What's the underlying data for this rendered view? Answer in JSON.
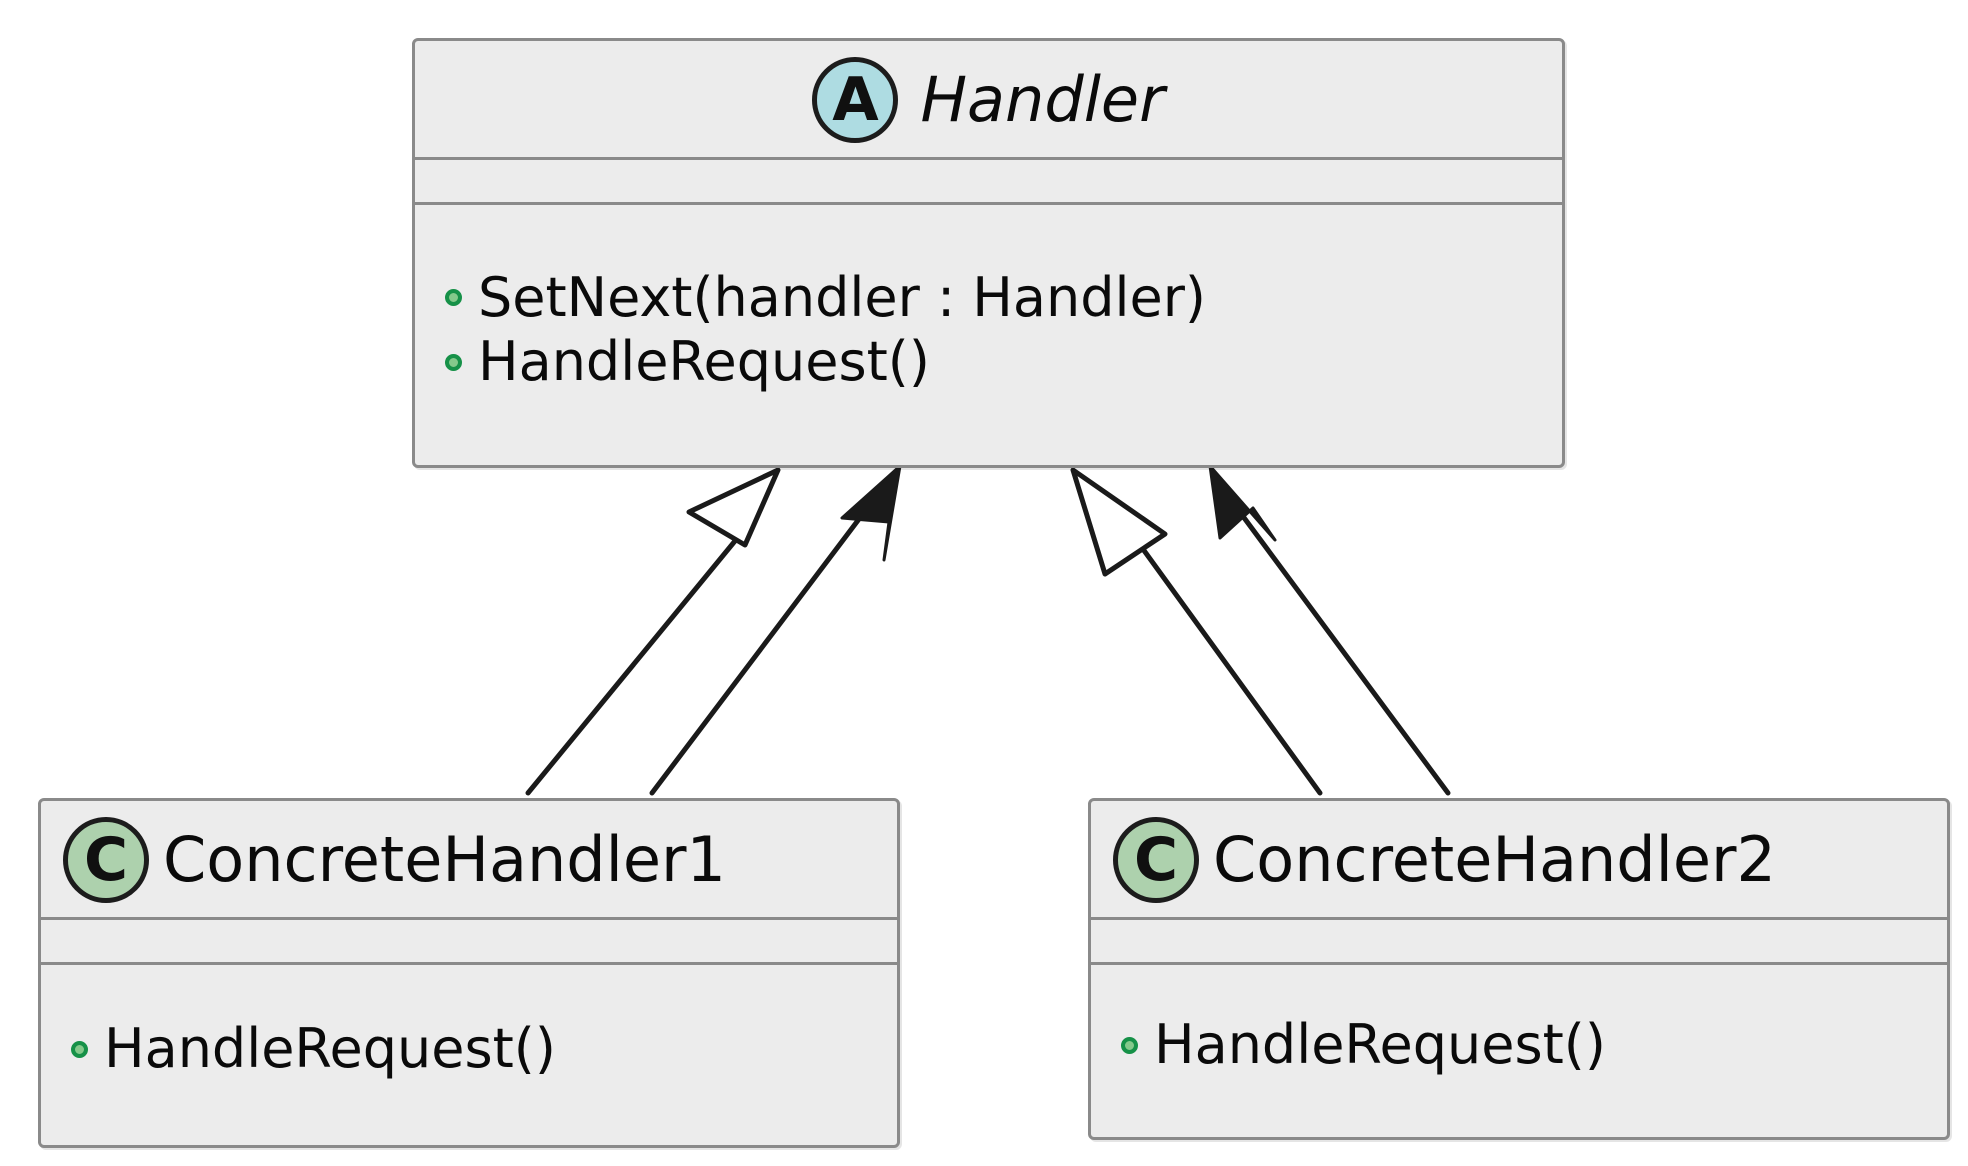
{
  "diagram": {
    "type": "uml-class-diagram",
    "pattern": "Chain of Responsibility",
    "background_color": "#FFFFFF",
    "box_fill_color": "#ECECEC",
    "box_border_color": "#8A8A8A",
    "line_color": "#1A1A1A",
    "abstract_badge_color": "#AEDCE2",
    "concrete_badge_color": "#ADD1AD",
    "visibility_public_color": "#169148"
  },
  "classes": [
    {
      "id": "handler",
      "name": "Handler",
      "is_abstract": true,
      "badge_letter": "A",
      "badge_icon": "abstract-class-badge-icon",
      "badge_color": "#AEDCE2",
      "attributes": [],
      "methods": [
        {
          "visibility": "public",
          "visibility_icon": "public-member-dot-icon",
          "signature": "SetNext(handler : Handler)"
        },
        {
          "visibility": "public",
          "visibility_icon": "public-member-dot-icon",
          "signature": "HandleRequest()"
        }
      ]
    },
    {
      "id": "concrete1",
      "name": "ConcreteHandler1",
      "is_abstract": false,
      "badge_letter": "C",
      "badge_icon": "concrete-class-badge-icon",
      "badge_color": "#ADD1AD",
      "attributes": [],
      "methods": [
        {
          "visibility": "public",
          "visibility_icon": "public-member-dot-icon",
          "signature": "HandleRequest()"
        }
      ]
    },
    {
      "id": "concrete2",
      "name": "ConcreteHandler2",
      "is_abstract": false,
      "badge_letter": "C",
      "badge_icon": "concrete-class-badge-icon",
      "badge_color": "#ADD1AD",
      "attributes": [],
      "methods": [
        {
          "visibility": "public",
          "visibility_icon": "public-member-dot-icon",
          "signature": "HandleRequest()"
        }
      ]
    }
  ],
  "relationships": [
    {
      "id": "gen1",
      "kind": "generalization",
      "arrowhead": "hollow-triangle",
      "from": "concrete1",
      "to": "handler"
    },
    {
      "id": "assoc1",
      "kind": "association",
      "arrowhead": "solid-arrow",
      "from": "concrete1",
      "to": "handler"
    },
    {
      "id": "gen2",
      "kind": "generalization",
      "arrowhead": "hollow-triangle",
      "from": "concrete2",
      "to": "handler"
    },
    {
      "id": "assoc2",
      "kind": "association",
      "arrowhead": "solid-arrow",
      "from": "concrete2",
      "to": "handler"
    }
  ]
}
